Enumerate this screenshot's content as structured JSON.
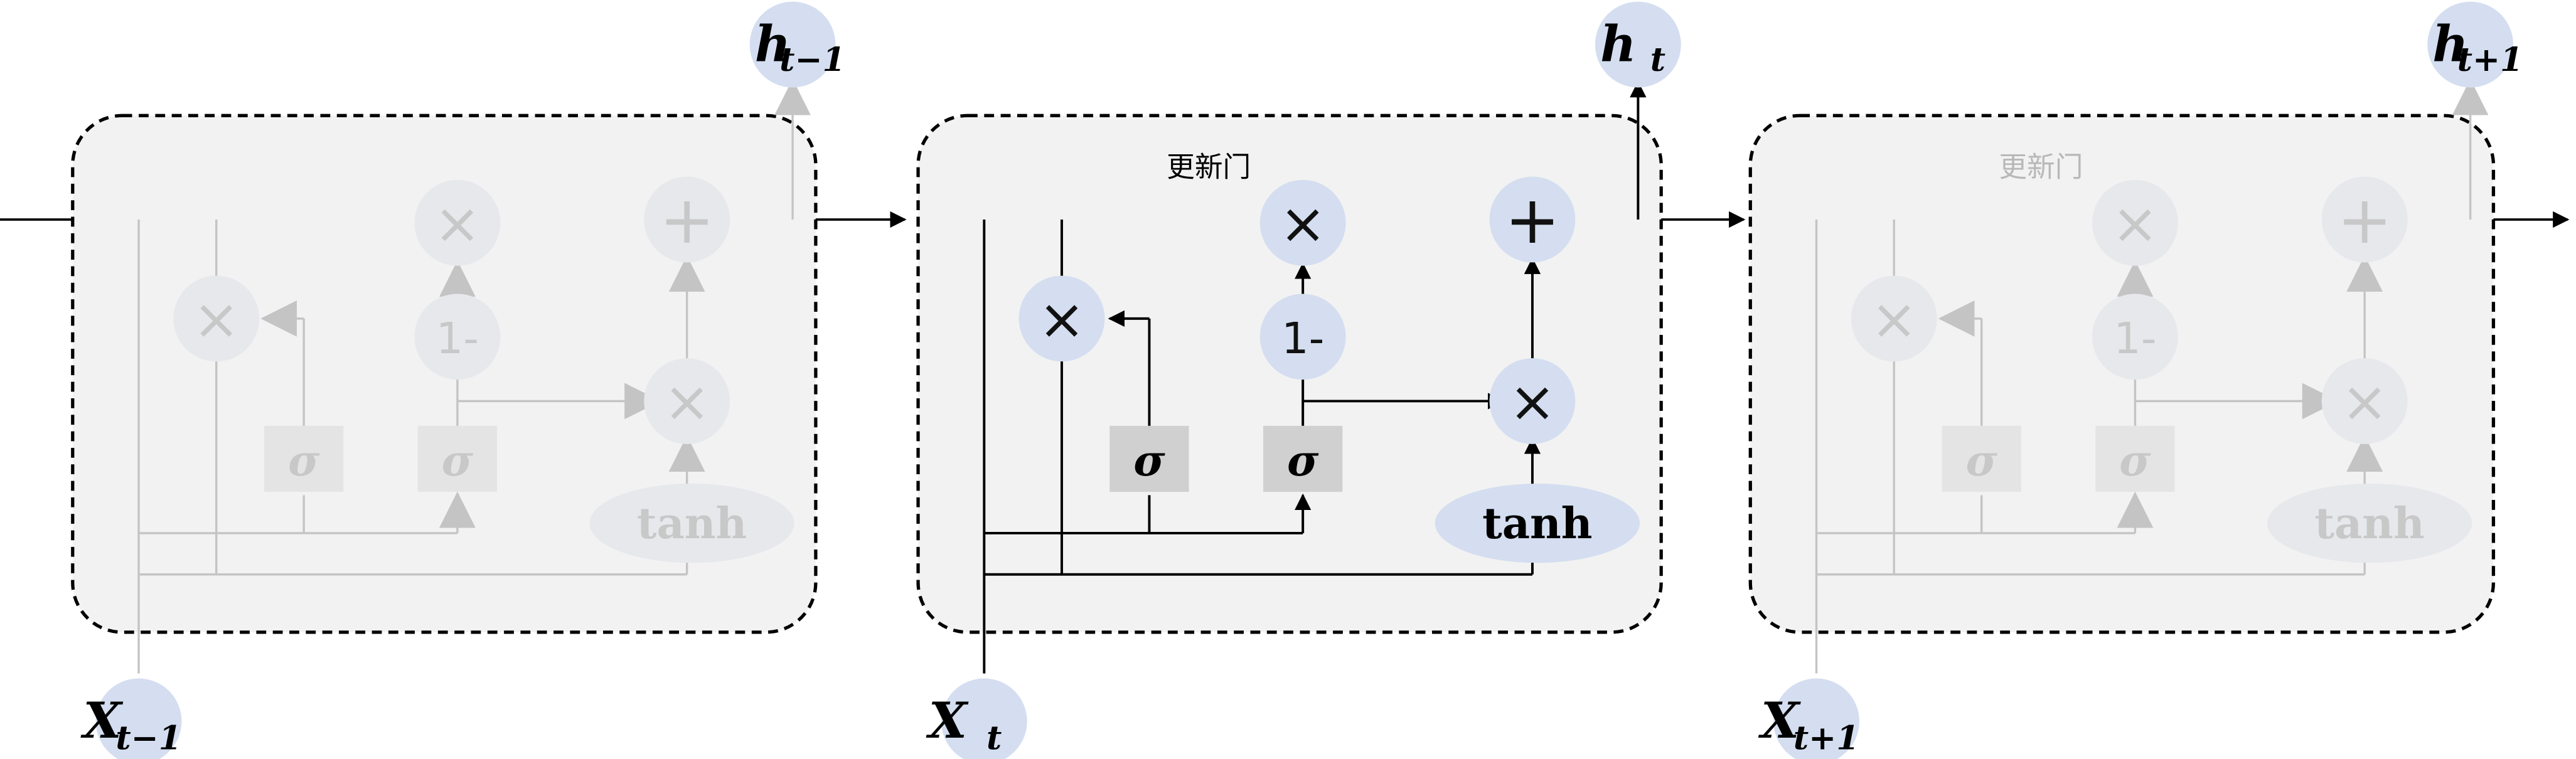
{
  "cells": [
    {
      "title": "",
      "input": {
        "base": "X",
        "sub": "t−1"
      },
      "output": {
        "base": "h",
        "sub": "t−1"
      },
      "sigma": "σ",
      "tanh": "tanh",
      "one_minus": "1-",
      "times": "×",
      "plus": "+",
      "active": false
    },
    {
      "title": "更新门",
      "input": {
        "base": "X",
        "sub": "t"
      },
      "output": {
        "base": "h",
        "sub": "t"
      },
      "sigma": "σ",
      "tanh": "tanh",
      "one_minus": "1-",
      "times": "×",
      "plus": "+",
      "active": true
    },
    {
      "title": "更新门",
      "input": {
        "base": "X",
        "sub": "t+1"
      },
      "output": {
        "base": "h",
        "sub": "t+1"
      },
      "sigma": "σ",
      "tanh": "tanh",
      "one_minus": "1-",
      "times": "×",
      "plus": "+",
      "active": false
    }
  ],
  "colors": {
    "active_line": "#000000",
    "faded_line": "#c4c4c4",
    "active_circle": "#d4def0",
    "faded_circle": "#e6e8ec",
    "active_op_text": "#111111",
    "faded_op_text": "#c8c8c8",
    "active_sigma_box": "#d0d0d0",
    "faded_sigma_box": "#e4e4e4",
    "cell_fill": "#f2f2f2",
    "cell_border": "#000000",
    "label_circle": "#d4def0",
    "label_text": "#000000",
    "faded_title": "#b8b8b8"
  }
}
